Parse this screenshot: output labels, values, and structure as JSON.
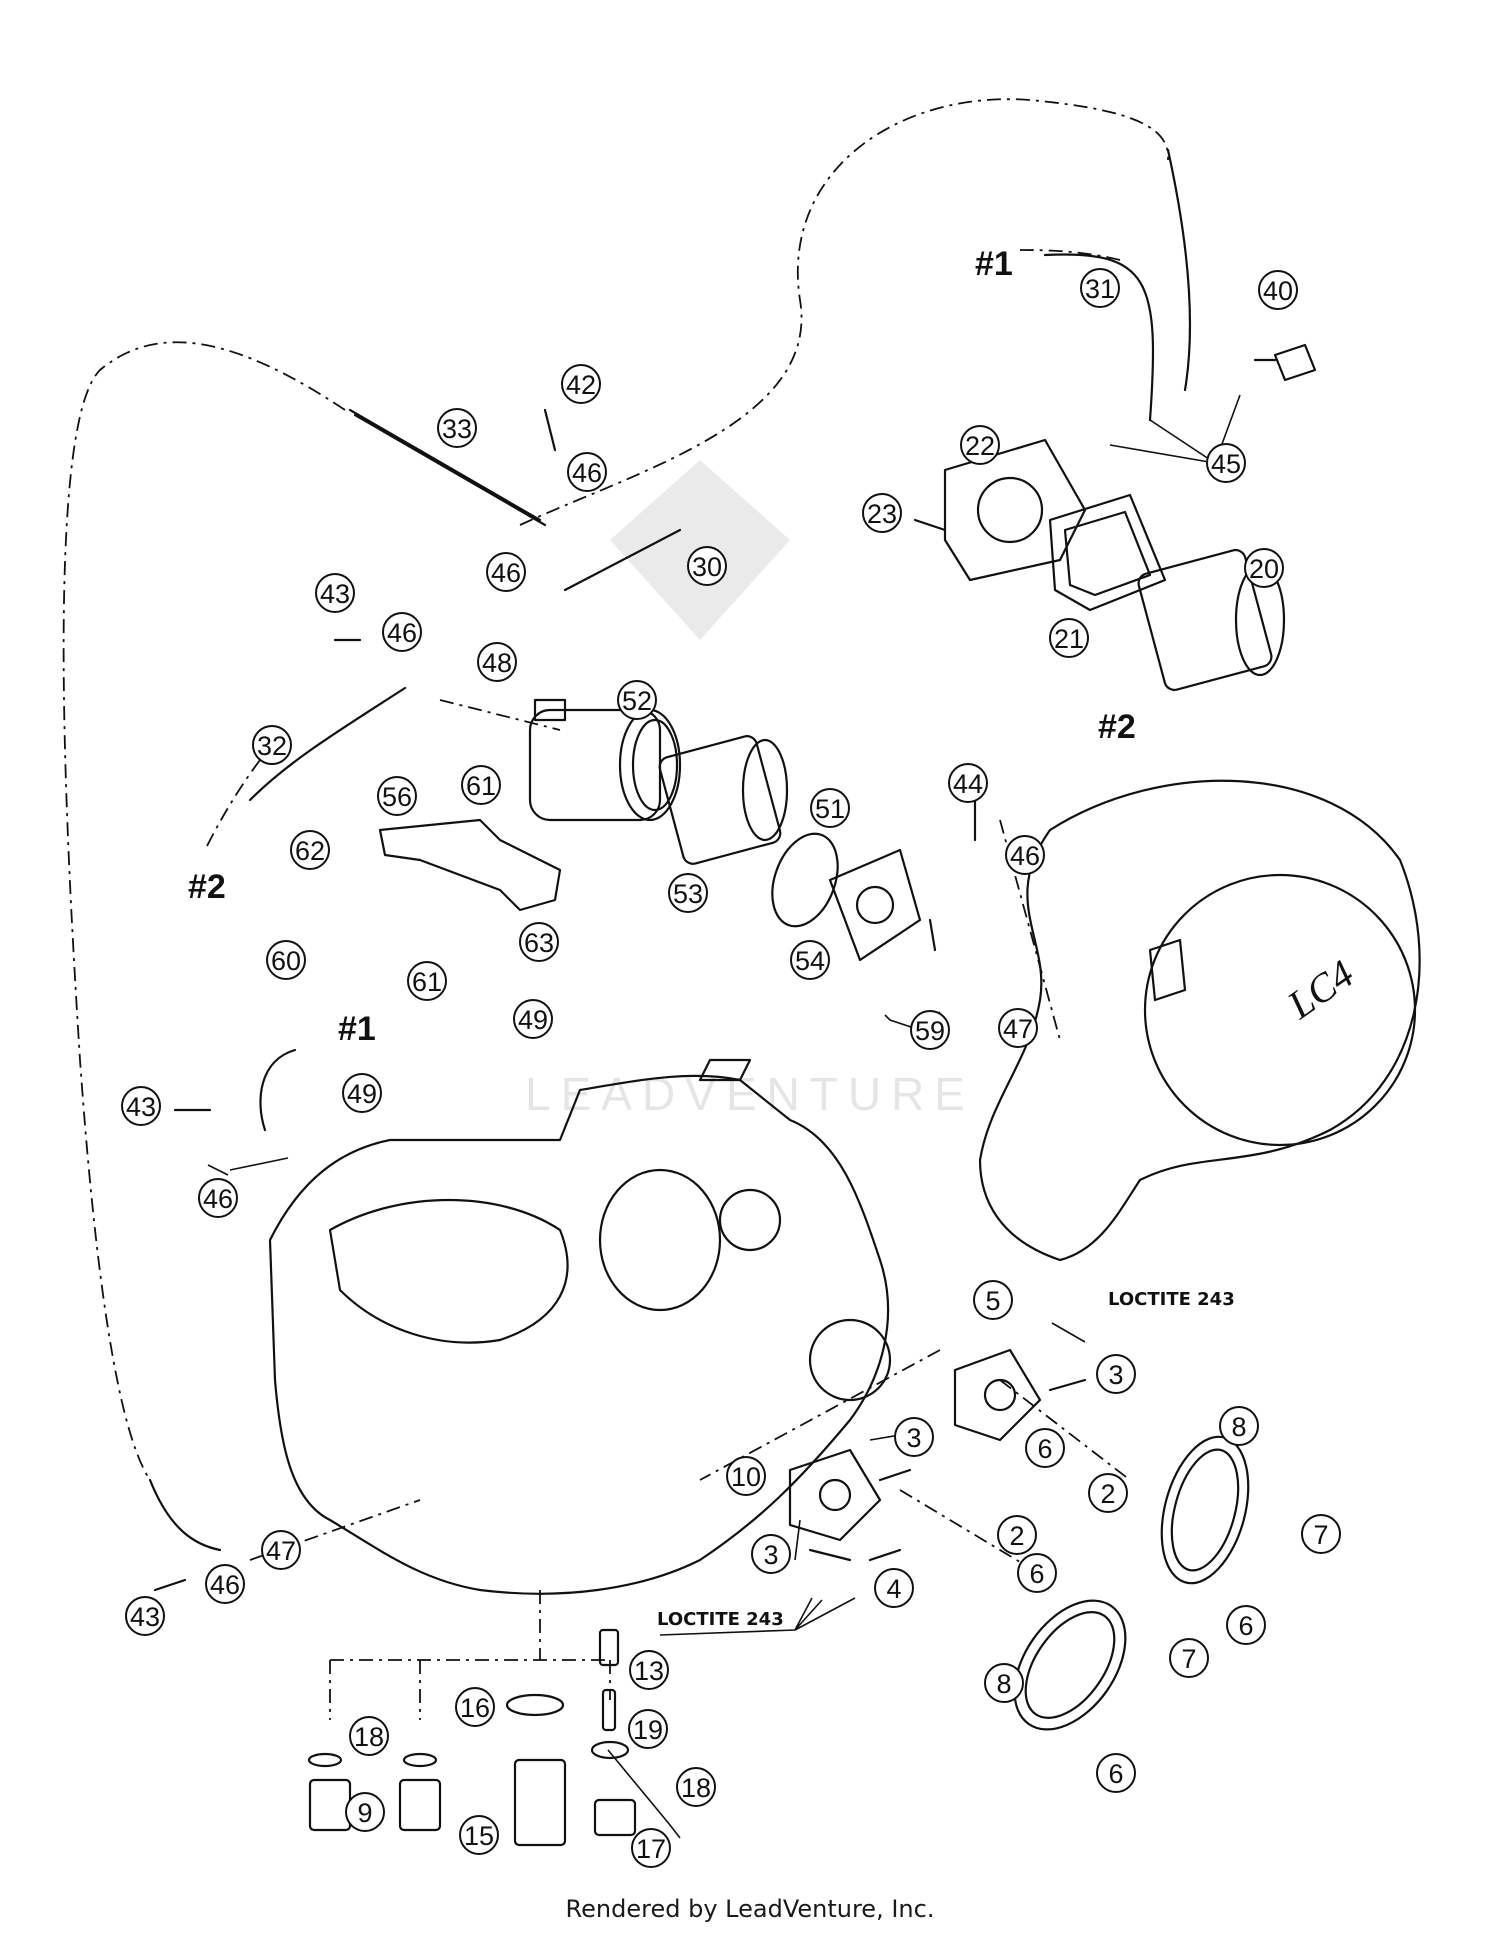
{
  "footer": "Rendered by LeadVenture, Inc.",
  "watermark": "LEADVENTURE",
  "references": [
    "#1",
    "#2",
    "#2",
    "#1"
  ],
  "notes": [
    "LOCTITE 243",
    "LOCTITE 243"
  ],
  "cover_marking": "LC4",
  "callouts": [
    "40",
    "31",
    "45",
    "22",
    "23",
    "20",
    "21",
    "42",
    "33",
    "46",
    "46",
    "30",
    "43",
    "46",
    "48",
    "52",
    "32",
    "56",
    "61",
    "51",
    "62",
    "53",
    "54",
    "60",
    "61",
    "63",
    "59",
    "44",
    "46",
    "47",
    "49",
    "49",
    "43",
    "46",
    "5",
    "3",
    "10",
    "3",
    "6",
    "8",
    "2",
    "3",
    "4",
    "6",
    "2",
    "7",
    "8",
    "6",
    "7",
    "6",
    "43",
    "46",
    "47",
    "13",
    "18",
    "16",
    "19",
    "9",
    "15",
    "18",
    "17"
  ]
}
